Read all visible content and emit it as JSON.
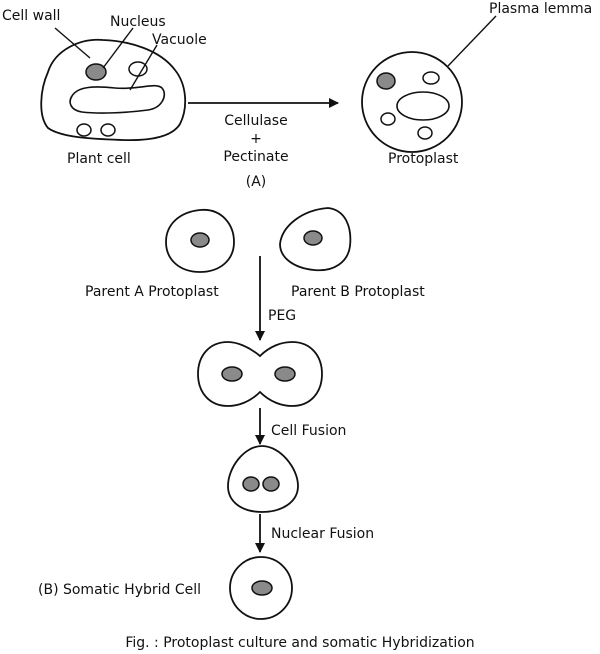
{
  "labels": {
    "cell_wall": "Cell wall",
    "nucleus": "Nucleus",
    "vacuole": "Vacuole",
    "plasma_lemma": "Plasma lemma",
    "plant_cell": "Plant cell",
    "cellulase": "Cellulase",
    "plus": "+",
    "pectinate": "Pectinate",
    "part_a": "(A)",
    "protoplast": "Protoplast",
    "parent_a": "Parent A Protoplast",
    "parent_b": "Parent B Protoplast",
    "peg": "PEG",
    "cell_fusion": "Cell Fusion",
    "nuclear_fusion": "Nuclear Fusion",
    "somatic_hybrid": "(B) Somatic Hybrid Cell"
  },
  "caption": "Fig. : Protoplast culture and somatic Hybridization",
  "colors": {
    "outline": "#111111",
    "nucleus_fill": "#8a8a8a",
    "background": "#ffffff"
  }
}
